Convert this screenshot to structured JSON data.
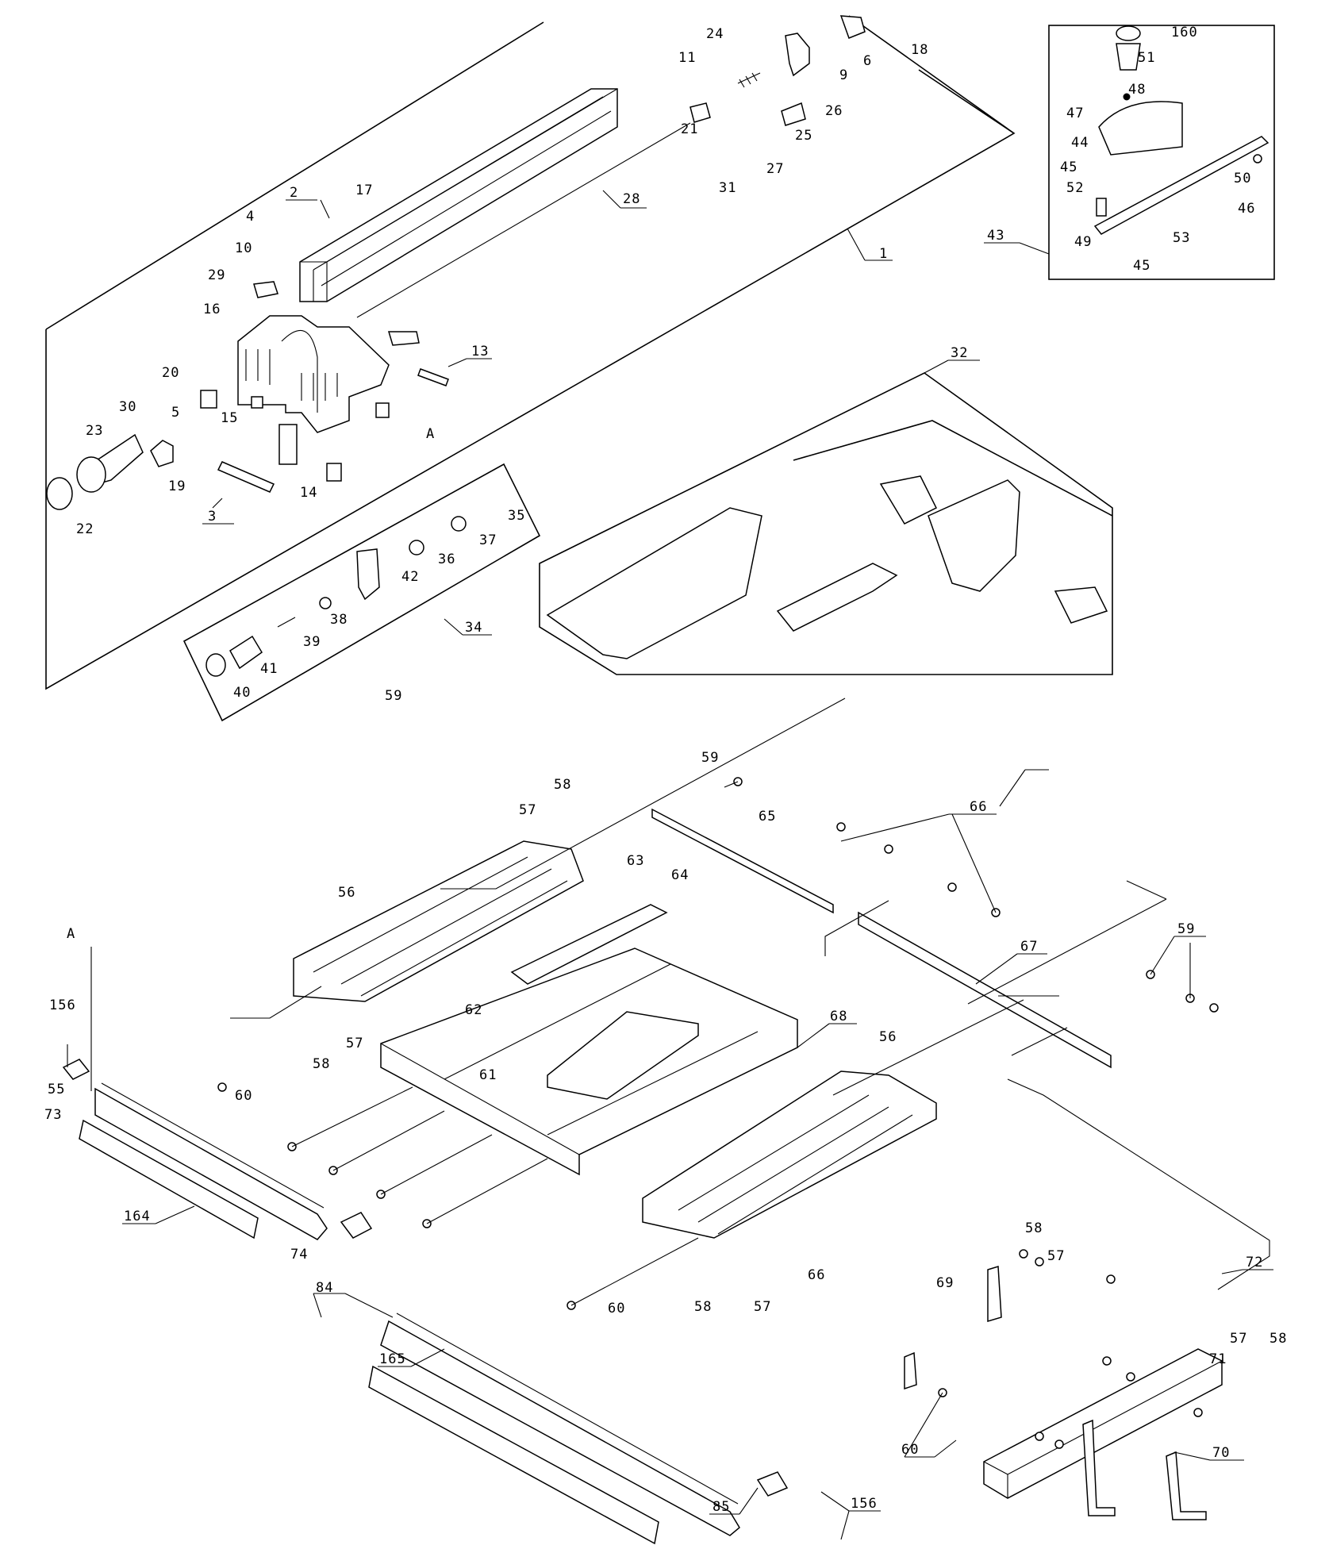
{
  "diagram": {
    "section_marker": "A",
    "callouts": {
      "c1": "1",
      "c2": "2",
      "c3": "3",
      "c4": "4",
      "c5": "5",
      "c6": "6",
      "c9": "9",
      "c10": "10",
      "c11": "11",
      "c13": "13",
      "c14": "14",
      "c15": "15",
      "c16": "16",
      "c17": "17",
      "c18": "18",
      "c19": "19",
      "c20": "20",
      "c21": "21",
      "c22": "22",
      "c23": "23",
      "c24": "24",
      "c25": "25",
      "c26": "26",
      "c27": "27",
      "c28": "28",
      "c29": "29",
      "c30": "30",
      "c31": "31",
      "c32": "32",
      "c34": "34",
      "c35": "35",
      "c36": "36",
      "c37": "37",
      "c38": "38",
      "c39": "39",
      "c40": "40",
      "c41": "41",
      "c42": "42",
      "c43": "43",
      "c44": "44",
      "c45a": "45",
      "c45b": "45",
      "c46": "46",
      "c47": "47",
      "c48": "48",
      "c49": "49",
      "c50": "50",
      "c51": "51",
      "c52": "52",
      "c53": "53",
      "c55": "55",
      "c56a": "56",
      "c56b": "56",
      "c57a": "57",
      "c57b": "57",
      "c57c": "57",
      "c57d": "57",
      "c57e": "57",
      "c58a": "58",
      "c58b": "58",
      "c58c": "58",
      "c58d": "58",
      "c58e": "58",
      "c59a": "59",
      "c59b": "59",
      "c59c": "59",
      "c60a": "60",
      "c60b": "60",
      "c60c": "60",
      "c61": "61",
      "c62": "62",
      "c63": "63",
      "c64": "64",
      "c65": "65",
      "c66a": "66",
      "c66b": "66",
      "c67": "67",
      "c68": "68",
      "c69": "69",
      "c70": "70",
      "c71": "71",
      "c72": "72",
      "c73": "73",
      "c74": "74",
      "c84": "84",
      "c85": "85",
      "c156a": "156",
      "c156b": "156",
      "c160": "160",
      "c164": "164",
      "c165": "165"
    }
  }
}
